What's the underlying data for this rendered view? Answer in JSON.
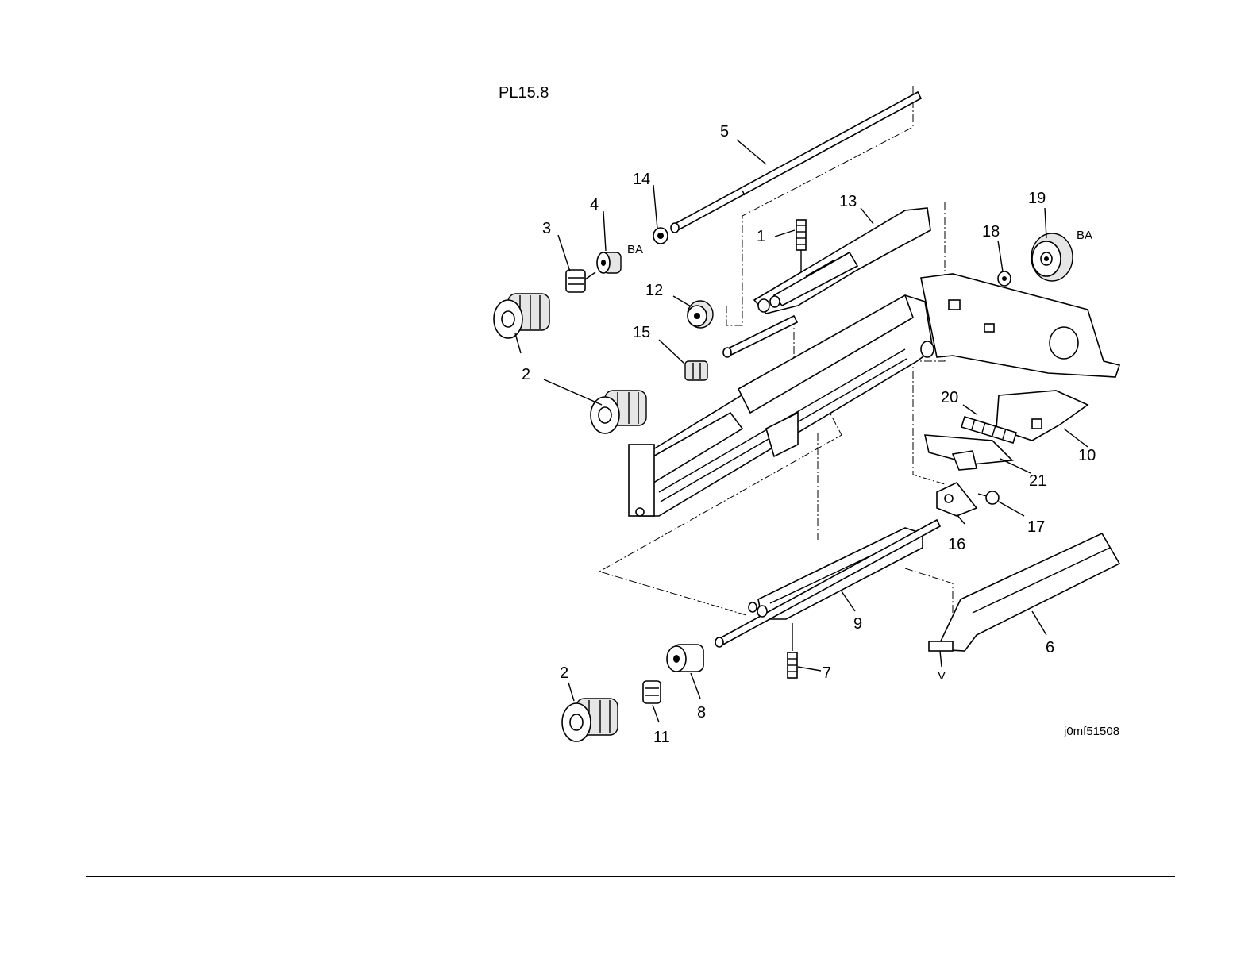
{
  "header": {
    "plate_id": "PL15.8"
  },
  "footer": {
    "image_code": "j0mf51508"
  },
  "callouts": {
    "c1": "1",
    "c2a": "2",
    "c2b": "2",
    "c2c": "2",
    "c3": "3",
    "c4": "4",
    "c5": "5",
    "c6": "6",
    "c7": "7",
    "c8": "8",
    "c9": "9",
    "c10": "10",
    "c11": "11",
    "c12": "12",
    "c13": "13",
    "c14": "14",
    "c15": "15",
    "c16": "16",
    "c17": "17",
    "c18": "18",
    "c19": "19",
    "c20": "20",
    "c21": "21"
  },
  "markers": {
    "ba_1": "BA",
    "ba_2": "BA",
    "v": "V"
  }
}
